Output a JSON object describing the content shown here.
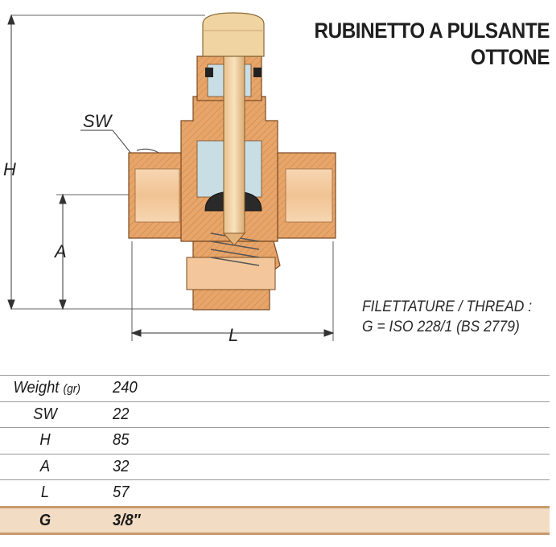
{
  "title": {
    "line1": "RUBINETTO A PULSANTE",
    "line2": "OTTONE"
  },
  "thread": {
    "line1": "FILETTATURE / THREAD :",
    "line2": "G = ISO 228/1 (BS 2779)"
  },
  "dimensions": {
    "sw": "SW",
    "h": "H",
    "a": "A",
    "l": "L"
  },
  "specs": [
    {
      "label": "Weight",
      "unit": "(gr)",
      "value": "240"
    },
    {
      "label": "SW",
      "value": "22"
    },
    {
      "label": "H",
      "value": "85"
    },
    {
      "label": "A",
      "value": "32"
    },
    {
      "label": "L",
      "value": "57"
    },
    {
      "label": "G",
      "value": "3/8″"
    }
  ],
  "colors": {
    "brass": "#e8a56a",
    "brass_light": "#f3c79b",
    "brass_dark": "#b87840",
    "cap": "#f0d4a2",
    "highlight_row": "#f2dcc3"
  }
}
